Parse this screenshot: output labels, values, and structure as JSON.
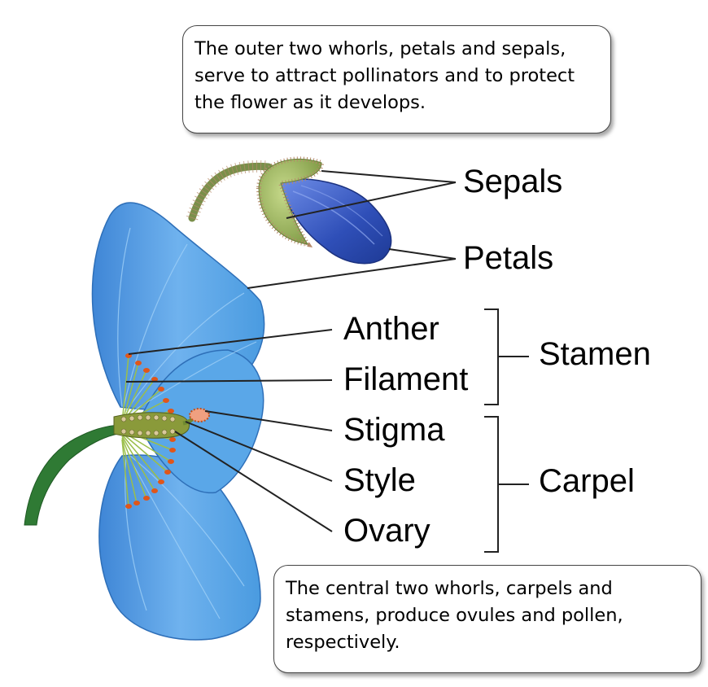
{
  "callouts": {
    "outer_whorls": "The outer two whorls, petals and sepals, serve to attract pollinators and to protect the flower as it develops.",
    "central_whorls": "The central two whorls, carpels and stamens, produce ovules and pollen, respectively."
  },
  "labels": {
    "sepals": "Sepals",
    "petals": "Petals",
    "anther": "Anther",
    "filament": "Filament",
    "stigma": "Stigma",
    "style": "Style",
    "ovary": "Ovary",
    "stamen": "Stamen",
    "carpel": "Carpel"
  },
  "colors": {
    "petal_blue": "#4a9be0",
    "bud_blue": "#2f4fb8",
    "stem_green": "#2f7a34",
    "anther_orange": "#e0561a",
    "leader_line": "#222222"
  }
}
